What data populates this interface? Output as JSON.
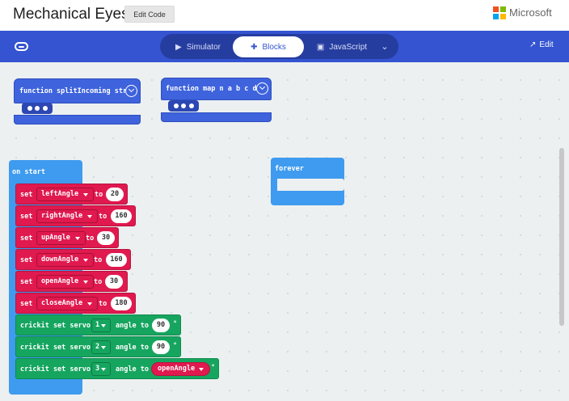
{
  "header": {
    "title": "Mechanical Eyes",
    "edit_code_label": "Edit Code",
    "brand": "Microsoft",
    "brand_colors": [
      "#f25022",
      "#7fba00",
      "#00a4ef",
      "#ffb900"
    ]
  },
  "toolbar": {
    "tabs": [
      {
        "label": "Simulator",
        "icon": "play-icon"
      },
      {
        "label": "Blocks",
        "icon": "puzzle-icon"
      },
      {
        "label": "JavaScript",
        "icon": "js-icon"
      }
    ],
    "edit_label": "Edit",
    "accent": "#3454d1"
  },
  "blocks": {
    "functions": [
      {
        "label": "function splitIncoming str"
      },
      {
        "label": "function map n a b c d"
      }
    ],
    "on_start_label": "on start",
    "forever_label": "forever",
    "set_keyword": "set",
    "to_keyword": "to",
    "set_rows": [
      {
        "var": "leftAngle",
        "value": "20"
      },
      {
        "var": "rightAngle",
        "value": "160"
      },
      {
        "var": "upAngle",
        "value": "30"
      },
      {
        "var": "downAngle",
        "value": "160"
      },
      {
        "var": "openAngle",
        "value": "30"
      },
      {
        "var": "closeAngle",
        "value": "180"
      }
    ],
    "servo_prefix": "crickit set servo",
    "servo_angle_to": "angle to",
    "degree_symbol": "°",
    "servo_rows": [
      {
        "servo": "1",
        "value": "90"
      },
      {
        "servo": "2",
        "value": "90"
      },
      {
        "servo": "3",
        "value": "openAngle"
      }
    ],
    "colors": {
      "functions": "#3e63dd",
      "events": "#3e9bef",
      "variables": "#e0194f",
      "crickit": "#16a55f"
    }
  }
}
